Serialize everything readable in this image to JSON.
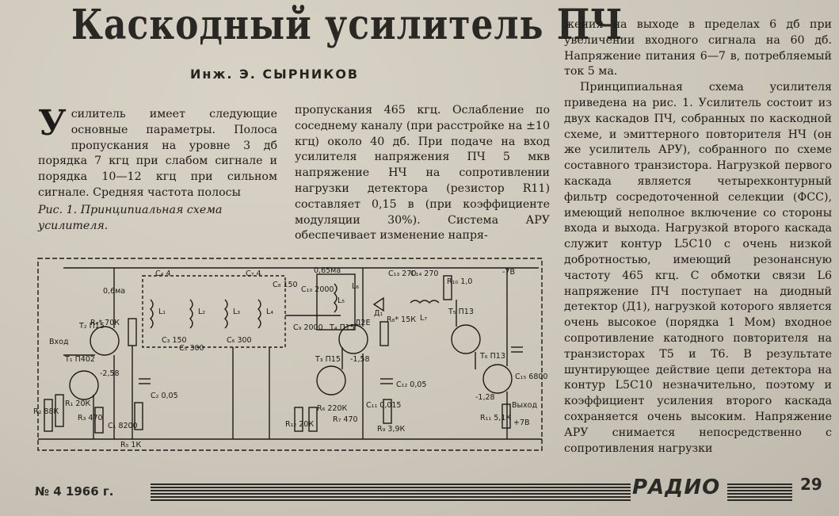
{
  "article": {
    "title": "Каскодный усилитель ПЧ",
    "author": "Инж. Э. СЫРНИКОВ",
    "col1_dropcap": "У",
    "col1_text": "силитель имеет следующие основные параметры. Полоса пропускания на уровне 3 дб порядка 7 кгц при слабом сигнале и порядка 10—12 кгц при сильном сигнале. Средняя частота полосы",
    "caption": "Рис. 1. Принципиальная схема усилителя.",
    "col2_text": "пропускания 465 кгц. Ослабление по соседнему каналу (при расстройке на ±10 кгц) около 40 дб. При подаче на вход усилителя напряжения ПЧ 5 мкв напряжение НЧ на сопротивлении нагрузки детектора (резистор R11) составляет 0,15 в (при коэффициенте модуляции 30%). Система АРУ обеспечивает изменение напря-",
    "col3_p1": "жения на выходе в пределах 6 дб при увеличении входного сигнала на 60 дб. Напряжение питания 6—7 в, потребляемый ток 5 ма.",
    "col3_p2": "Принципиальная схема усилителя приведена на рис. 1. Усилитель состоит из двух каскадов ПЧ, собранных по каскодной схеме, и эмиттерного повторителя НЧ (он же усилитель АРУ), собранного по схеме составного транзистора. Нагрузкой первого каскада является четырехконтурный фильтр сосредоточенной селекции (ФСС), имеющий неполное включение со стороны входа и выхода. Нагрузкой второго каскада служит контур L5C10 с очень низкой добротностью, имеющий резонансную частоту 465 кгц. С обмотки связи L6 напряжение ПЧ поступает на диодный детектор (Д1), нагрузкой которого является очень высокое (порядка 1 Мом) входное сопротивление катодного повторителя на транзисторах T5 и T6. В результате шунтирующее действие цепи детектора на контур L5C10 незначительно, поэтому и коэффициент усиления второго каскада сохраняется очень высоким. Напряжение АРУ снимается непосредственно с сопротивления нагрузки"
  },
  "schematic_labels": {
    "t2": "T₂ П15",
    "t1": "T₁ П402",
    "t3": "T₃ П15",
    "t4": "T₄ П15",
    "t5": "T₅ П13",
    "t6": "T₆ П13",
    "input": "Вход",
    "output": "Выход",
    "v1": "-2,58",
    "v2": "-1,58",
    "v3": "-1,28",
    "v4": "-7В",
    "i1": "0,6ма",
    "i2": "0,65ма",
    "r1": "R₁ 20К",
    "r2": "R₂ 88К",
    "r3": "R₃ 470",
    "r4": "R₄* 70К",
    "r5": "R₅ 1К",
    "r8": "R₈* 15К",
    "r9": "R₉ 3,9К",
    "r10": "R₁₀ 1,0",
    "r11": "R₁₁ 5,1К",
    "r12": "R₁₂ 20К",
    "r6": "R₆ 220К",
    "r7": "R₇ 470",
    "c1": "C₁ 8200",
    "c2": "C₂ 0,05",
    "c3": "C₃ 150",
    "c4": "C₄ 4",
    "c5": "C₅ 300",
    "c6": "C₆ 300",
    "c7": "C₇ 4",
    "c8": "C₈ 150",
    "c9": "C₉ 2000",
    "c10": "C₁₀ 2000",
    "c11": "C₁₁ 0,015",
    "c12": "C₁₂ 0,05",
    "c13": "C₁₃ 270",
    "c14": "C₁₄ 270",
    "c15": "C₁₅ 6800",
    "l1": "L₁",
    "l2": "L₂",
    "l3": "L₃",
    "l4": "L₄",
    "l5": "L₅",
    "l6": "L₆",
    "l7": "L₇",
    "d1": "Д₁",
    "d2e": "Д2Е",
    "plus": "+7В"
  },
  "footer": {
    "issue": "№ 4 1966 г.",
    "logo": "РАДИО",
    "page": "29"
  }
}
